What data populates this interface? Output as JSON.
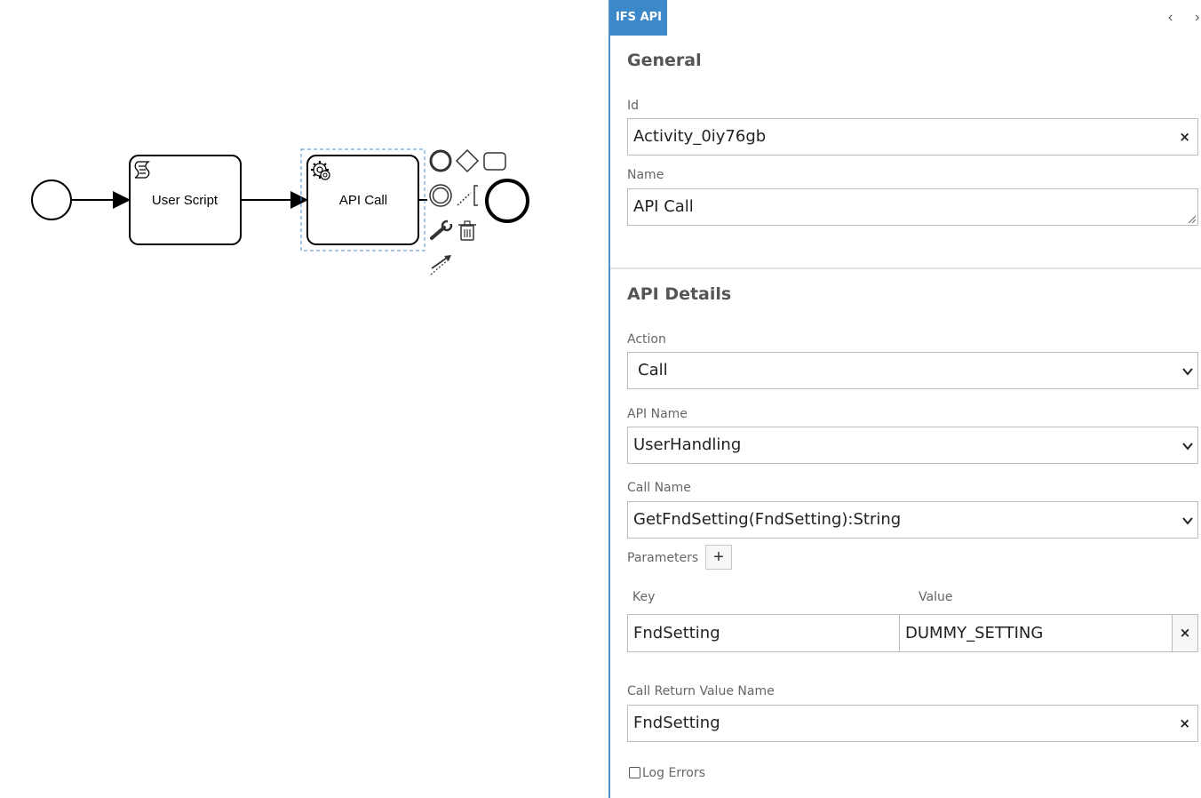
{
  "canvas": {
    "tasks": [
      {
        "label": "User Script",
        "icon": "script-icon"
      },
      {
        "label": "API Call",
        "icon": "gear-icon"
      }
    ],
    "context_pad": [
      "end-event-icon",
      "gateway-icon",
      "task-icon",
      "intermediate-event-icon",
      "annotation-icon",
      "wrench-icon",
      "trash-icon",
      "connect-icon"
    ]
  },
  "panel": {
    "tab": "IFS API",
    "nav_prev": "‹",
    "nav_next": "›",
    "general": {
      "title": "General",
      "id_label": "Id",
      "id_value": "Activity_0iy76gb",
      "name_label": "Name",
      "name_value": "API Call"
    },
    "api_details": {
      "title": "API Details",
      "action_label": "Action",
      "action_value": "Call",
      "api_name_label": "API Name",
      "api_name_value": "UserHandling",
      "call_name_label": "Call Name",
      "call_name_value": "GetFndSetting(FndSetting):String",
      "parameters_label": "Parameters",
      "add_symbol": "+",
      "key_header": "Key",
      "value_header": "Value",
      "parameters": [
        {
          "key": "FndSetting",
          "value": "DUMMY_SETTING"
        }
      ],
      "return_label": "Call Return Value Name",
      "return_value": "FndSetting",
      "log_errors_label": "Log Errors",
      "log_errors_checked": false
    },
    "clear_symbol": "×"
  }
}
